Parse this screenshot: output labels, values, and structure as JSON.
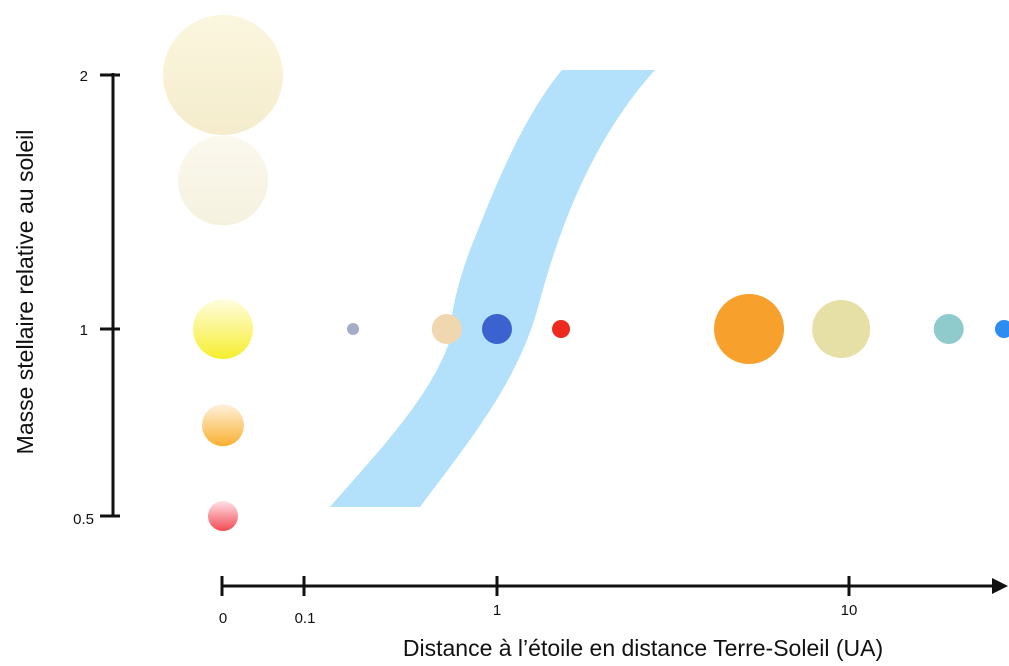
{
  "chart_data": {
    "type": "scatter",
    "xlabel": "Distance à l’étoile en distance Terre-Soleil (UA)",
    "ylabel": "Masse stellaire relative au soleil",
    "x_ticks": [
      "0",
      "0.1",
      "1",
      "10"
    ],
    "y_ticks": [
      "0.5",
      "1",
      "2"
    ],
    "y_scale": "log",
    "stars": [
      {
        "mass": 2,
        "colors": [
          "#fbf6df",
          "#f4eccb"
        ]
      },
      {
        "mass": 1.5,
        "colors": [
          "#fbf9ee",
          "#f5f1df"
        ]
      },
      {
        "mass": 1,
        "colors": [
          "#fffde0",
          "#f6ee2e"
        ]
      },
      {
        "mass": 0.7,
        "colors": [
          "#fff1dc",
          "#f9b030"
        ]
      },
      {
        "mass": 0.5,
        "colors": [
          "#ffe2e6",
          "#f24a55"
        ]
      }
    ],
    "planets": [
      {
        "distance_au": 0.39,
        "color": "#a3acc8"
      },
      {
        "distance_au": 0.72,
        "color": "#f1d7b0"
      },
      {
        "distance_au": 1,
        "color": "#3b62cf"
      },
      {
        "distance_au": 1.52,
        "color": "#ee2a1e"
      },
      {
        "distance_au": 5.2,
        "color": "#f7a02c"
      },
      {
        "distance_au": 9.5,
        "color": "#e6e0a6"
      },
      {
        "distance_au": 19.2,
        "color": "#8fcacd"
      },
      {
        "distance_au": 30,
        "color": "#2c8cf0"
      }
    ],
    "habitable_zone_color": "#b3e1fb"
  }
}
